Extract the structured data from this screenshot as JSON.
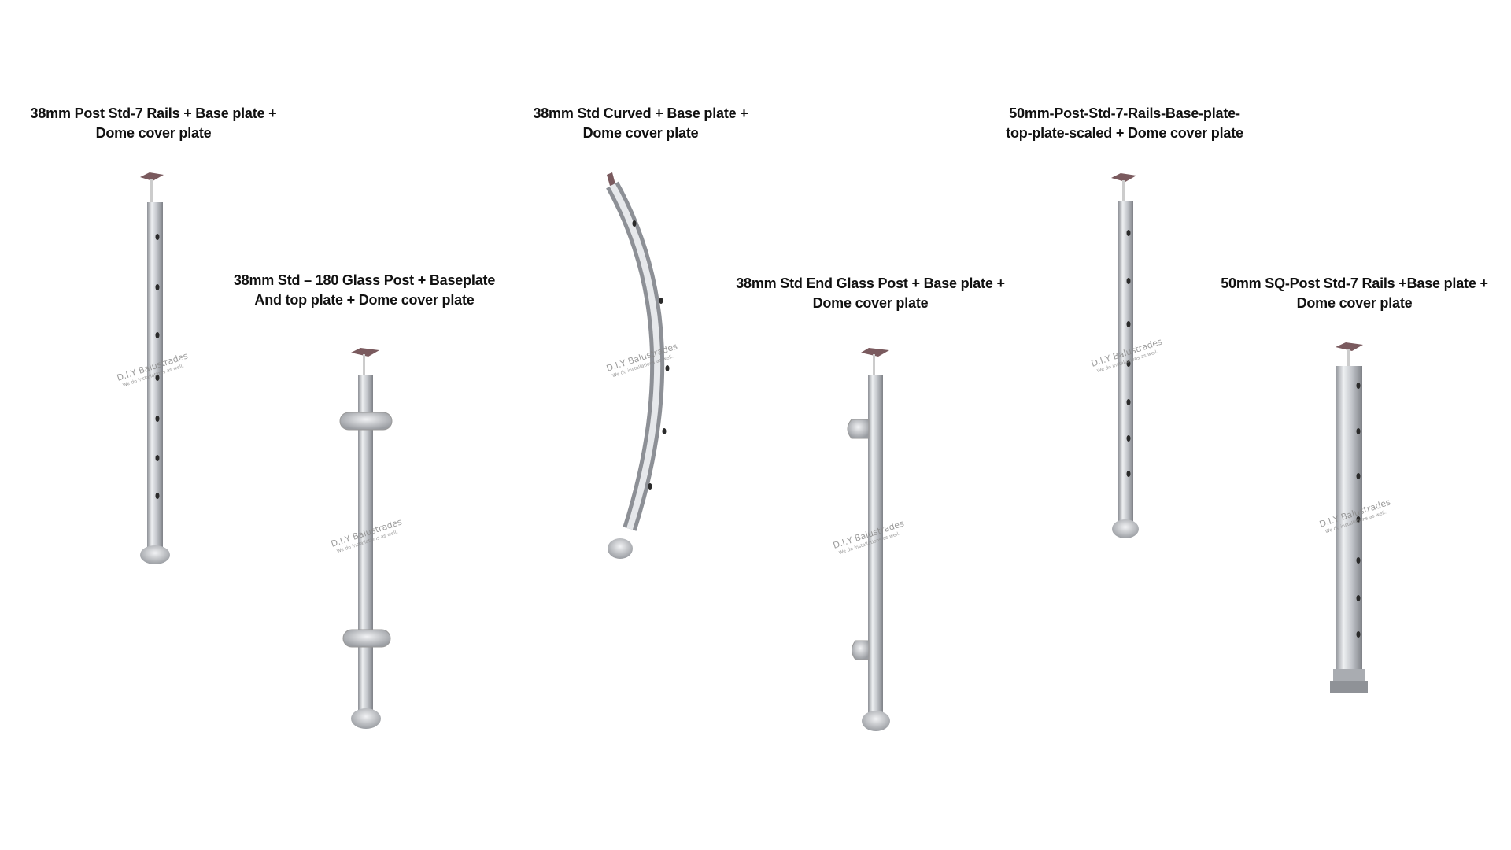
{
  "products": [
    {
      "title_line1": "38mm Post Std-7 Rails + Base plate +",
      "title_line2": "Dome cover plate"
    },
    {
      "title_line1": "38mm Std – 180 Glass Post + Baseplate",
      "title_line2": "And top plate + Dome cover plate"
    },
    {
      "title_line1": "38mm Std Curved + Base plate +",
      "title_line2": "Dome cover plate"
    },
    {
      "title_line1": "38mm Std End Glass Post + Base plate +",
      "title_line2": "Dome cover plate"
    },
    {
      "title_line1": "50mm-Post-Std-7-Rails-Base-plate-",
      "title_line2": "top-plate-scaled + Dome cover plate"
    },
    {
      "title_line1": "50mm SQ-Post Std-7 Rails +Base plate +",
      "title_line2": "Dome cover plate"
    }
  ],
  "watermark": {
    "brand": "D.I.Y Balustrades",
    "tagline": "We do installations as well."
  },
  "colors": {
    "steel": "#c9ccd1",
    "steel_dark": "#8d9096",
    "top_plate": "#7a5a5e",
    "hole": "#2a2a2a"
  }
}
